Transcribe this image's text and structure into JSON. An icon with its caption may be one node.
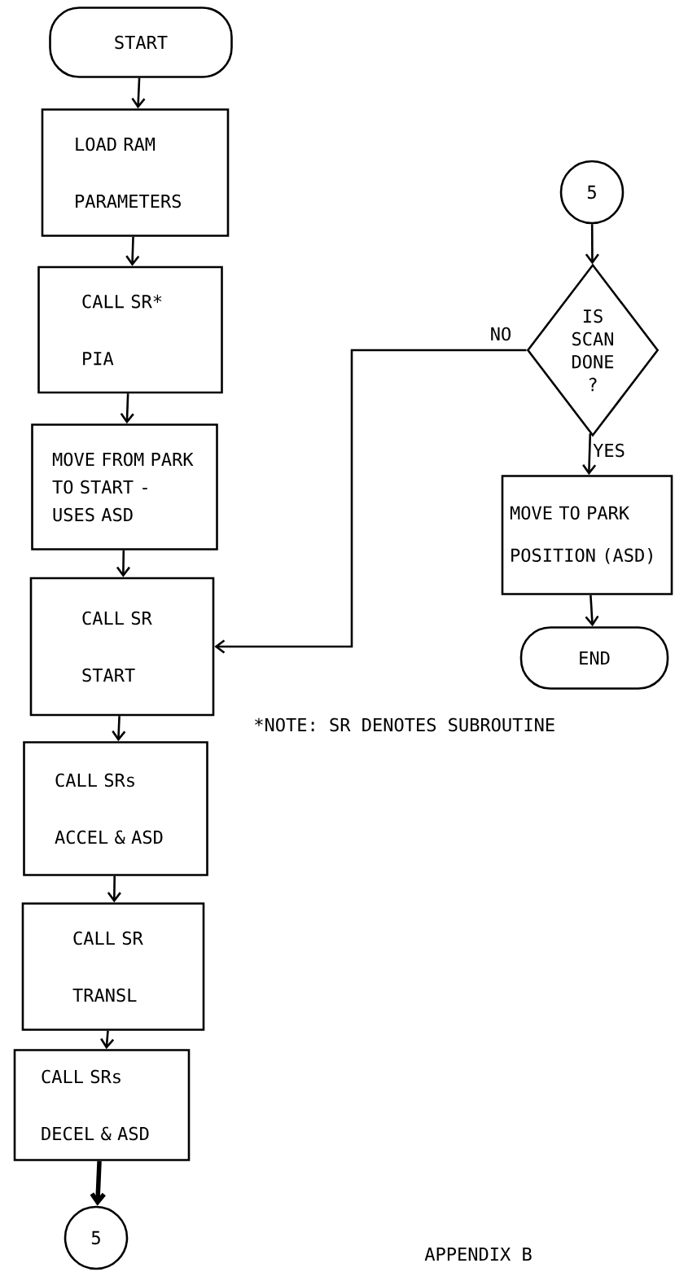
{
  "diagram": {
    "nodes": [
      {
        "text": [
          "START"
        ]
      },
      {
        "text": [
          "LOAD RAM PARAMETERS"
        ]
      },
      {
        "text": [
          "CALL SR* PIA"
        ]
      },
      {
        "text": [
          "MOVE FROM PARK TO START - USES ASD"
        ]
      },
      {
        "text": [
          "CALL SR START"
        ]
      },
      {
        "text": [
          "CALL SRs ACCEL & ASD"
        ]
      },
      {
        "text": [
          "CALL SR TRANSL"
        ]
      },
      {
        "text": [
          "CALL SRs DECEL & ASD"
        ]
      },
      {
        "text": [
          "5"
        ]
      },
      {
        "text": [
          "5"
        ]
      },
      {
        "text": [
          "IS SCAN DONE ?"
        ]
      },
      {
        "text": [
          "MOVE TO PARK POSITION (ASD)"
        ]
      },
      {
        "text": [
          "END"
        ]
      }
    ],
    "edges": [
      {
        "from": 0,
        "to": 1,
        "arrow": "to"
      },
      {
        "from": 1,
        "to": 2,
        "arrow": "to"
      },
      {
        "from": 2,
        "to": 3,
        "arrow": "to"
      },
      {
        "from": 3,
        "to": 4,
        "arrow": "to"
      },
      {
        "from": 4,
        "to": 5,
        "arrow": "to"
      },
      {
        "from": 5,
        "to": 6,
        "arrow": "to"
      },
      {
        "from": 6,
        "to": 7,
        "arrow": "to"
      },
      {
        "from": 7,
        "to": 8,
        "arrow": "to",
        "style": "thick"
      },
      {
        "from": 9,
        "to": 10,
        "arrow": "to"
      },
      {
        "from": 10,
        "to": 4,
        "arrow": "to",
        "label": "NO"
      },
      {
        "from": 10,
        "to": 11,
        "arrow": "to",
        "label": "YES"
      },
      {
        "from": 11,
        "to": 12,
        "arrow": "to"
      }
    ],
    "labels": [
      "*NOTE: SR DENOTES SUBROUTINE",
      "APPENDIX B"
    ]
  }
}
